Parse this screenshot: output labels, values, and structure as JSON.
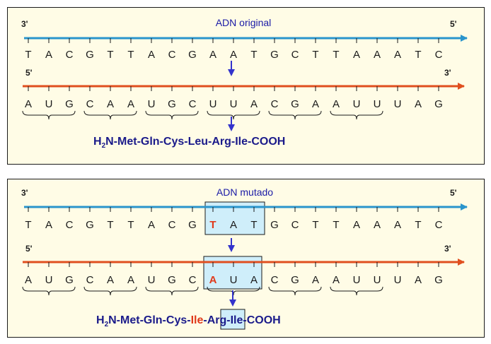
{
  "colors": {
    "dna_strand": "#2a95cc",
    "mrna_strand": "#e04f1f",
    "mutation_text": "#e0391a",
    "highlight_fill": "#cfeefa",
    "title_text": "#1a1aa6",
    "protein_text": "#1a1a8a",
    "arrow": "#3333cc",
    "panel_background": "#fffce6"
  },
  "original": {
    "title": "ADN original",
    "dna_label_left": "3'",
    "dna_label_right": "5'",
    "mrna_label_left": "5'",
    "mrna_label_right": "3'",
    "dna_sequence": [
      "T",
      "A",
      "C",
      "G",
      "T",
      "T",
      "A",
      "C",
      "G",
      "A",
      "A",
      "T",
      "G",
      "C",
      "T",
      "T",
      "A",
      "A",
      "A",
      "T",
      "C"
    ],
    "mrna_sequence": [
      "A",
      "U",
      "G",
      "C",
      "A",
      "A",
      "U",
      "G",
      "C",
      "U",
      "U",
      "A",
      "C",
      "G",
      "A",
      "A",
      "U",
      "U",
      "U",
      "A",
      "G"
    ],
    "protein": {
      "prefix": "H",
      "subscript": "2",
      "pre_mut": "N-Met-Gln-Cys-",
      "aa": "Leu",
      "post_mut": "-Arg-Ile-COOH"
    }
  },
  "mutated": {
    "title": "ADN mutado",
    "dna_label_left": "3'",
    "dna_label_right": "5'",
    "mrna_label_left": "5'",
    "mrna_label_right": "3'",
    "dna_sequence": [
      "T",
      "A",
      "C",
      "G",
      "T",
      "T",
      "A",
      "C",
      "G",
      "T",
      "A",
      "T",
      "G",
      "C",
      "T",
      "T",
      "A",
      "A",
      "A",
      "T",
      "C"
    ],
    "mrna_sequence": [
      "A",
      "U",
      "G",
      "C",
      "A",
      "A",
      "U",
      "G",
      "C",
      "A",
      "U",
      "A",
      "C",
      "G",
      "A",
      "A",
      "U",
      "U",
      "U",
      "A",
      "G"
    ],
    "mutated_dna_index": 9,
    "mutated_mrna_index": 9,
    "protein": {
      "prefix": "H",
      "subscript": "2",
      "pre_mut": "N-Met-Gln-Cys-",
      "aa": "Ile",
      "post_mut": "-Arg-Ile-COOH"
    }
  }
}
